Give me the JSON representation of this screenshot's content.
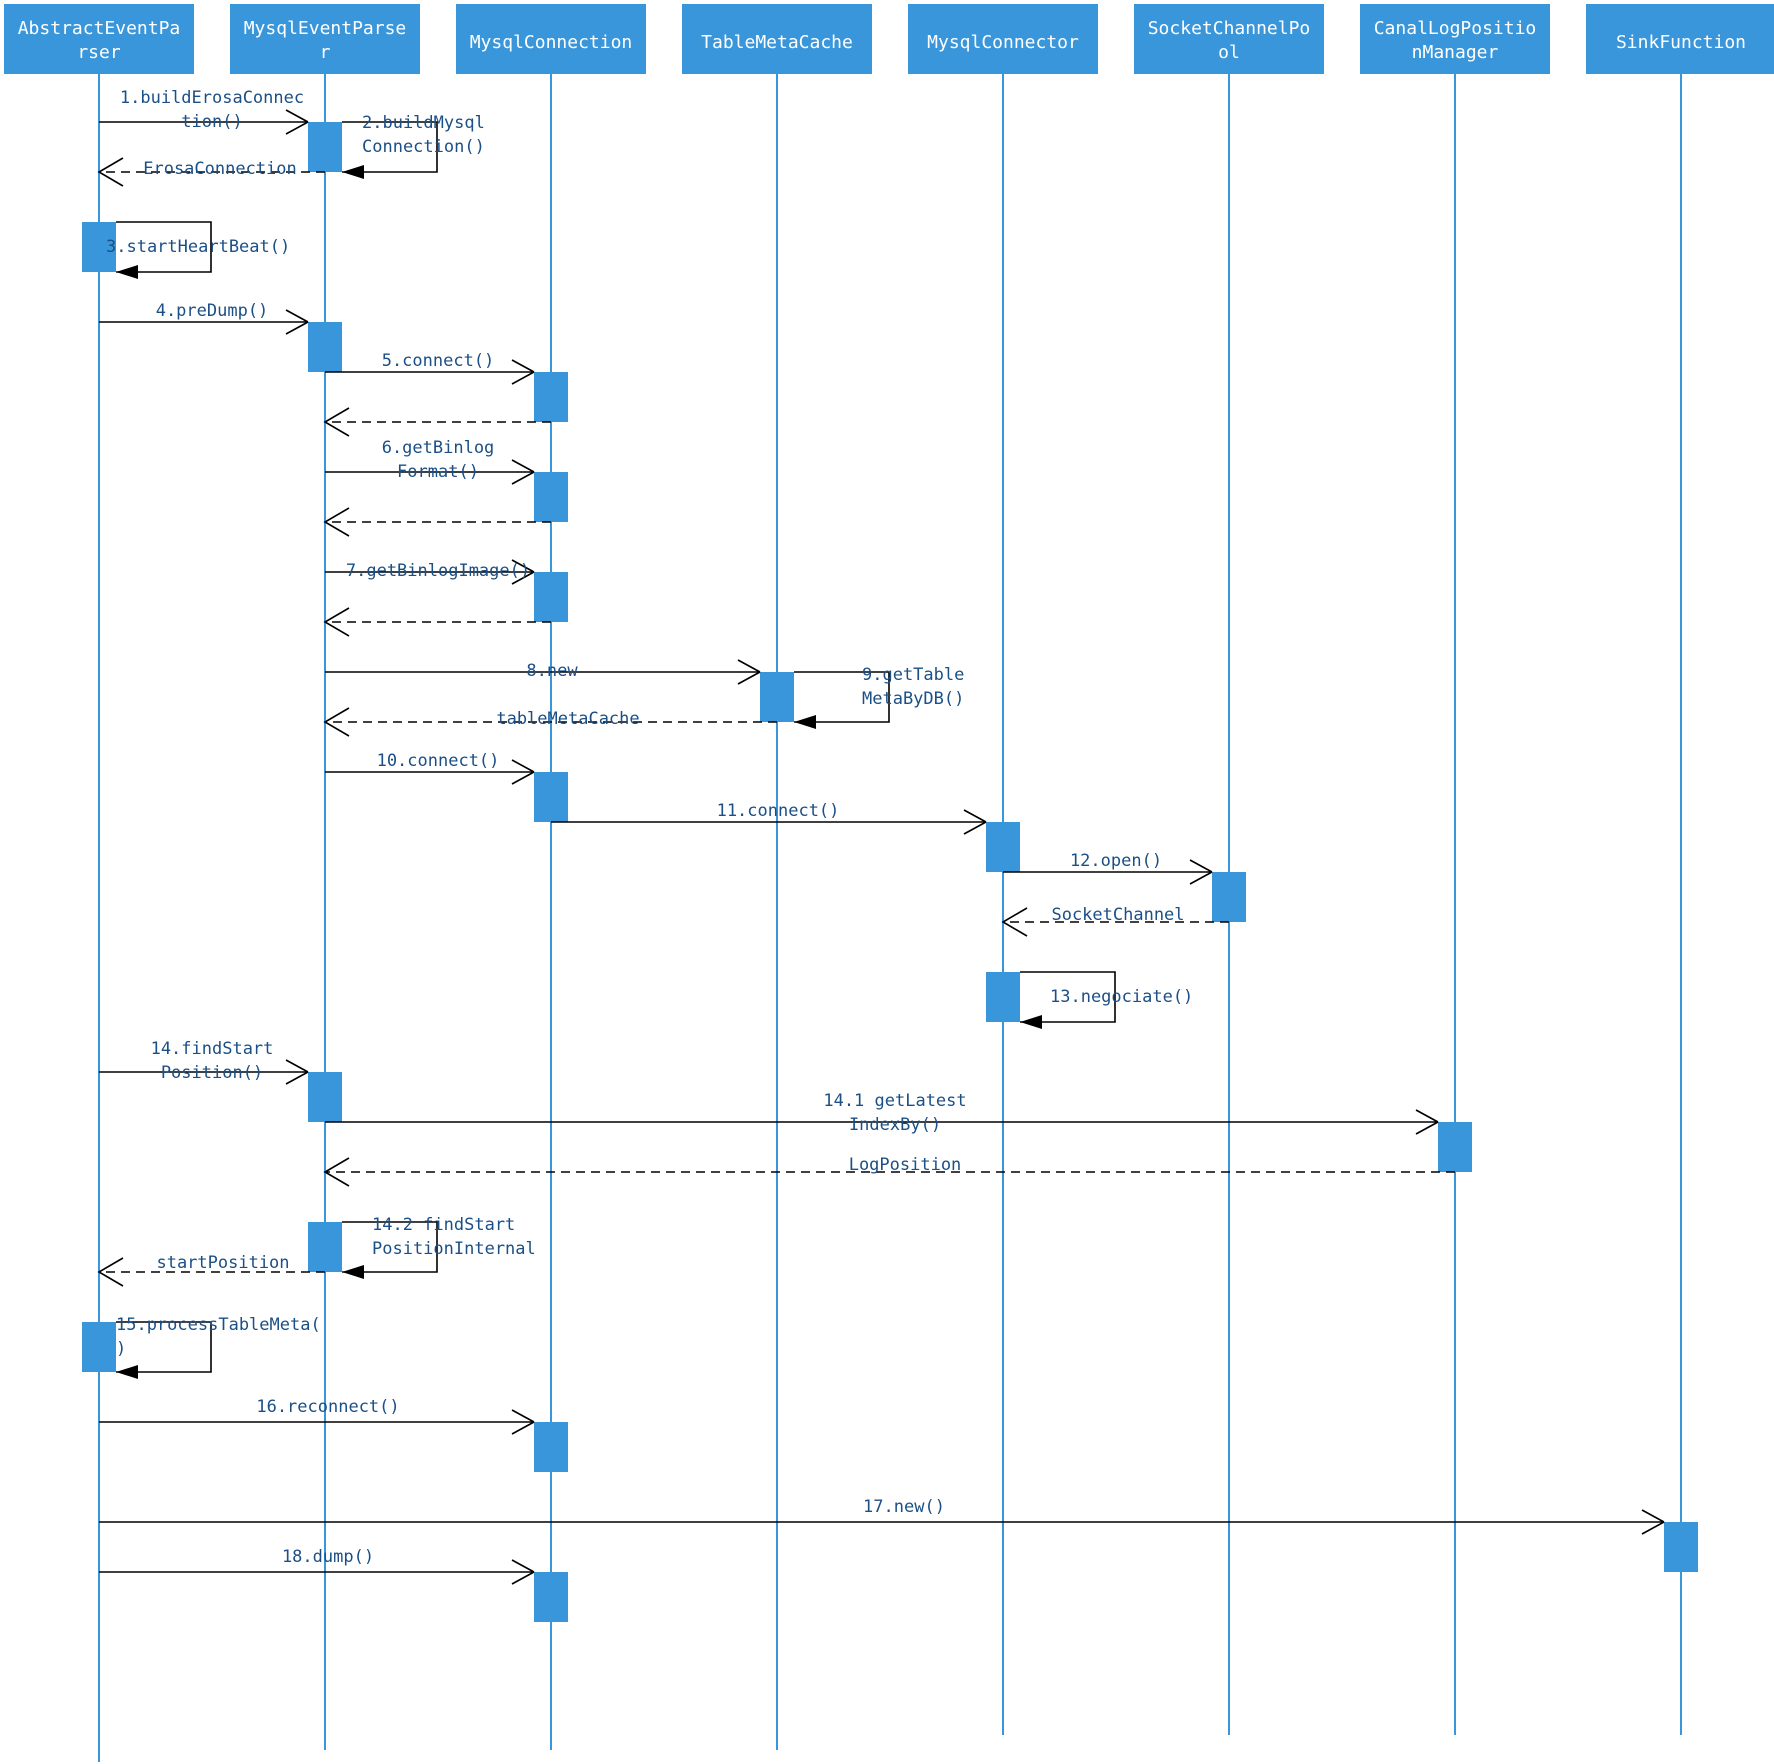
{
  "colors": {
    "header_fill": "#3996db",
    "lifeline": "#3996db",
    "activation": "#3996db",
    "arrow": "#000000",
    "label": "#1b4f86",
    "header_text": "#ffffff"
  },
  "participants": [
    {
      "id": "p0",
      "name": "AbstractEventPa\nrser"
    },
    {
      "id": "p1",
      "name": "MysqlEventParse\nr"
    },
    {
      "id": "p2",
      "name": "MysqlConnection"
    },
    {
      "id": "p3",
      "name": "TableMetaCache"
    },
    {
      "id": "p4",
      "name": "MysqlConnector"
    },
    {
      "id": "p5",
      "name": "SocketChannelPo\nol"
    },
    {
      "id": "p6",
      "name": "CanalLogPositio\nnManager"
    },
    {
      "id": "p7",
      "name": "SinkFunction"
    }
  ],
  "messages": [
    {
      "kind": "call",
      "from": 0,
      "to": 1,
      "label": "1.buildErosaConnec\ntion()"
    },
    {
      "kind": "self",
      "on": 1,
      "label": "2.buildMysql\nConnection()"
    },
    {
      "kind": "return",
      "from": 1,
      "to": 0,
      "label": "ErosaConnection"
    },
    {
      "kind": "self",
      "on": 0,
      "label": "3.startHeartBeat()"
    },
    {
      "kind": "call",
      "from": 0,
      "to": 1,
      "label": "4.preDump()"
    },
    {
      "kind": "call",
      "from": 1,
      "to": 2,
      "label": "5.connect()"
    },
    {
      "kind": "return",
      "from": 2,
      "to": 1,
      "label": ""
    },
    {
      "kind": "call",
      "from": 1,
      "to": 2,
      "label": "6.getBinlog\nFormat()"
    },
    {
      "kind": "return",
      "from": 2,
      "to": 1,
      "label": ""
    },
    {
      "kind": "call",
      "from": 1,
      "to": 2,
      "label": "7.getBinlogImage()"
    },
    {
      "kind": "return",
      "from": 2,
      "to": 1,
      "label": ""
    },
    {
      "kind": "call",
      "from": 1,
      "to": 3,
      "label": "8.new"
    },
    {
      "kind": "self",
      "on": 3,
      "label": "9.getTable\nMetaByDB()"
    },
    {
      "kind": "return",
      "from": 3,
      "to": 1,
      "label": "tableMetaCache"
    },
    {
      "kind": "call",
      "from": 1,
      "to": 2,
      "label": "10.connect()"
    },
    {
      "kind": "call",
      "from": 2,
      "to": 4,
      "label": "11.connect()"
    },
    {
      "kind": "call",
      "from": 4,
      "to": 5,
      "label": "12.open()"
    },
    {
      "kind": "return",
      "from": 5,
      "to": 4,
      "label": "SocketChannel"
    },
    {
      "kind": "self",
      "on": 4,
      "label": "13.negociate()"
    },
    {
      "kind": "call",
      "from": 0,
      "to": 1,
      "label": "14.findStart\nPosition()"
    },
    {
      "kind": "call",
      "from": 1,
      "to": 6,
      "label": "14.1 getLatest\nIndexBy()"
    },
    {
      "kind": "return",
      "from": 6,
      "to": 1,
      "label": "LogPosition"
    },
    {
      "kind": "self",
      "on": 1,
      "label": "14.2 findStart\nPositionInternal"
    },
    {
      "kind": "return",
      "from": 1,
      "to": 0,
      "label": "startPosition"
    },
    {
      "kind": "self",
      "on": 0,
      "label": "15.processTableMeta(\n)"
    },
    {
      "kind": "call",
      "from": 0,
      "to": 2,
      "label": "16.reconnect()"
    },
    {
      "kind": "call",
      "from": 0,
      "to": 7,
      "label": "17.new()"
    },
    {
      "kind": "call",
      "from": 0,
      "to": 2,
      "label": "18.dump()"
    }
  ]
}
